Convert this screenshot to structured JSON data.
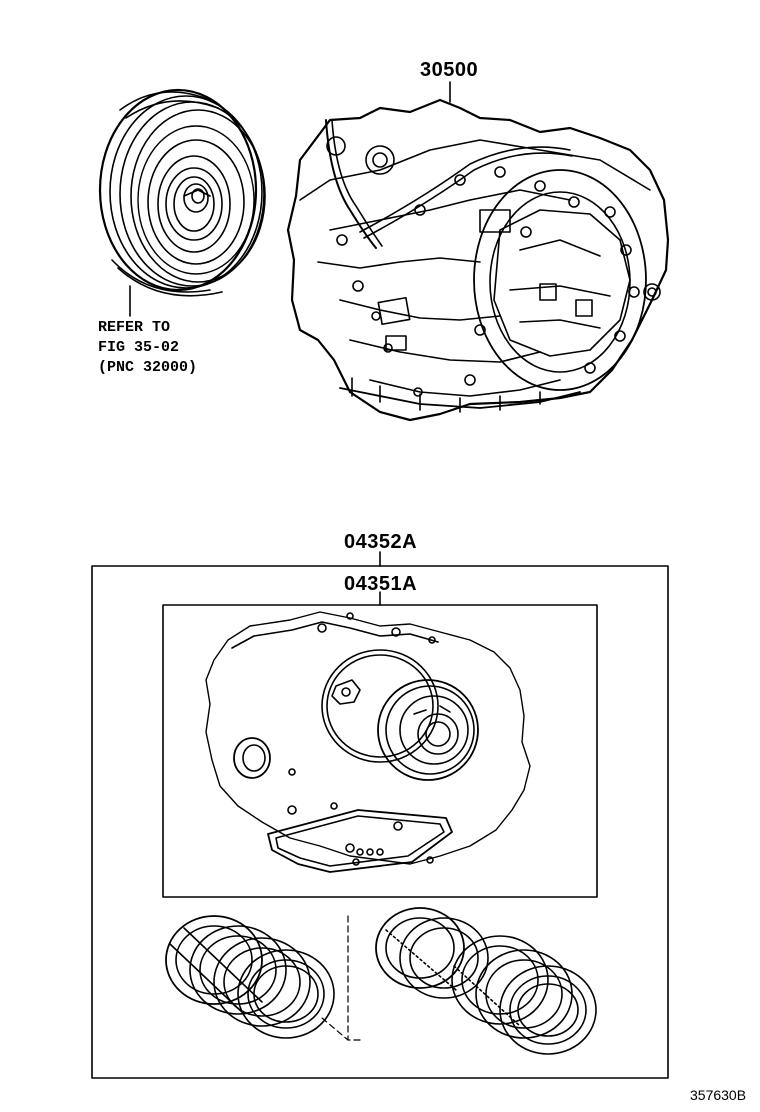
{
  "part_labels": {
    "transaxle": "30500",
    "overhaul_kit": "04352A",
    "gasket_kit": "04351A"
  },
  "reference_note": {
    "line1": "REFER TO",
    "line2": "FIG 35-02",
    "line3": "(PNC 32000)"
  },
  "figure_id": "357630B"
}
